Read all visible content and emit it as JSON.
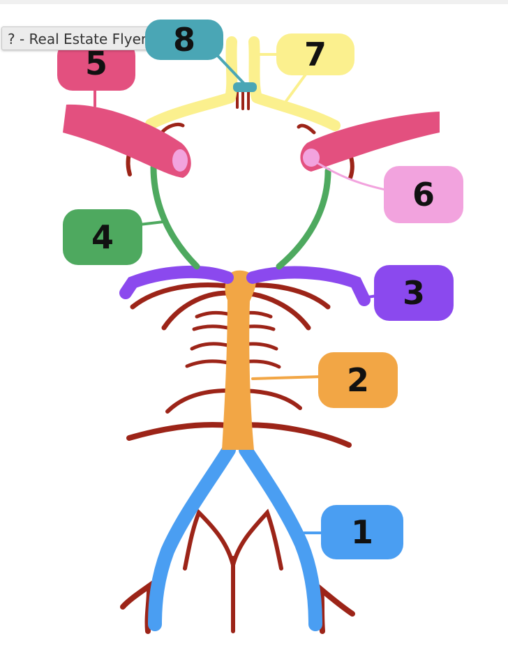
{
  "tooltip": {
    "text": "? - Real Estate Flyer"
  },
  "labels": {
    "l1": {
      "text": "1",
      "color": "#4a9ef2"
    },
    "l2": {
      "text": "2",
      "color": "#f2a645"
    },
    "l3": {
      "text": "3",
      "color": "#8b49ee"
    },
    "l4": {
      "text": "4",
      "color": "#4ea95f"
    },
    "l5": {
      "text": "5",
      "color": "#e3507f"
    },
    "l6": {
      "text": "6",
      "color": "#f2a3de"
    },
    "l7": {
      "text": "7",
      "color": "#fbf08e"
    },
    "l8": {
      "text": "8",
      "color": "#4aa6b5"
    }
  },
  "colors": {
    "artery": "#9c2418",
    "vertebral": "#4a9ef2",
    "basilar": "#f2a645",
    "posterior_cerebral": "#8b49ee",
    "posterior_communicating": "#4ea95f",
    "internal_carotid": "#e3507f",
    "carotid_lumen": "#f2a3de",
    "anterior_cerebral": "#fbf08e",
    "anterior_communicating": "#4aa6b5"
  }
}
